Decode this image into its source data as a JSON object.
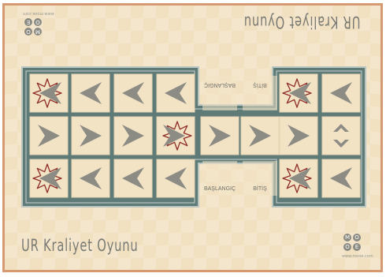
{
  "game": {
    "title": "UR Kraliyet Oyunu",
    "logo_letters": [
      "M",
      "O",
      "O",
      "E"
    ],
    "url": "www.mooe.com",
    "labels": {
      "start": "BAŞLANGIÇ",
      "finish": "BİTİŞ"
    }
  },
  "colors": {
    "board_bg": "#f1e1c1",
    "frame": "#d59a72",
    "track": "#5f7b78",
    "tile": "#f3e3c5",
    "arrow": "#8c8c84",
    "rosette": "#8e2c28"
  },
  "tiles": {
    "top_row": [
      "rosette-left",
      "arrow-left",
      "arrow-left",
      "arrow-left",
      "empty-start",
      "empty-finish",
      "rosette-left",
      "arrow-left"
    ],
    "middle_row": [
      "arrow-right",
      "arrow-right",
      "arrow-right",
      "rosette-right",
      "arrow-right",
      "arrow-right",
      "arrow-right",
      "updown"
    ],
    "bottom_row": [
      "rosette-left",
      "arrow-left",
      "arrow-left",
      "arrow-left",
      "empty-start",
      "empty-finish",
      "rosette-left",
      "arrow-left"
    ]
  }
}
